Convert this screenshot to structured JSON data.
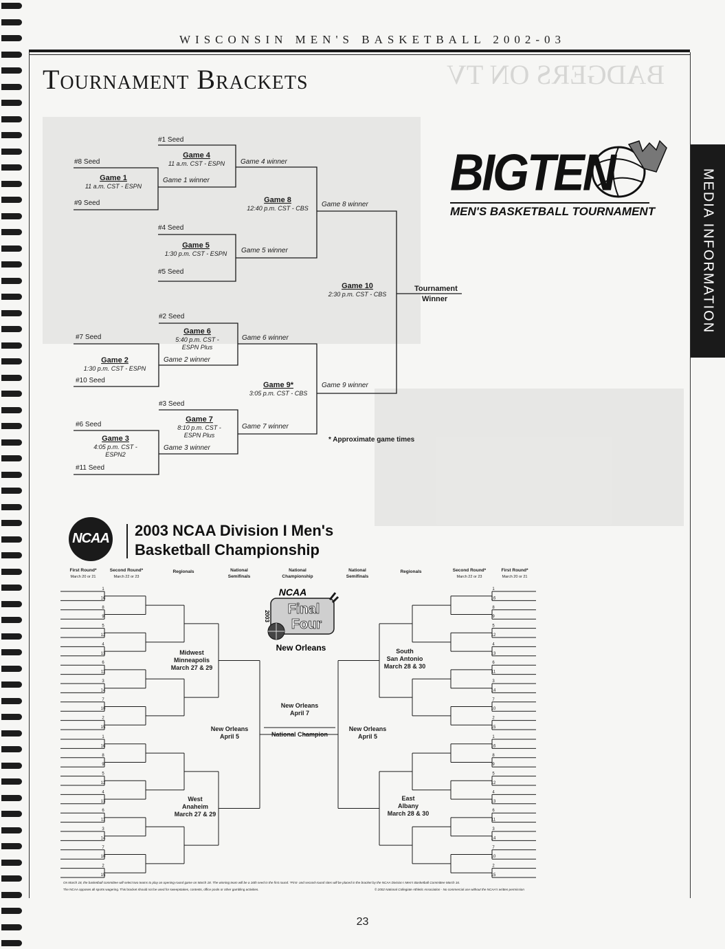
{
  "header": {
    "running_title": "WISCONSIN MEN'S BASKETBALL 2002-03",
    "page_title": "Tournament Brackets"
  },
  "side_tab": {
    "label": "MEDIA INFORMATION"
  },
  "ghost_text": {
    "badgers_on_tv": "BADGERS ON TV"
  },
  "big_ten": {
    "logo_word": "BIGTEN",
    "logo_subtitle": "MEN'S BASKETBALL TOURNAMENT",
    "seeds": {
      "s1": "#1 Seed",
      "s2": "#2 Seed",
      "s3": "#3 Seed",
      "s4": "#4 Seed",
      "s5": "#5 Seed",
      "s6": "#6 Seed",
      "s7": "#7 Seed",
      "s8": "#8 Seed",
      "s9": "#9 Seed",
      "s10": "#10 Seed",
      "s11": "#11 Seed"
    },
    "games": {
      "g1": {
        "title": "Game 1",
        "time": "11 a.m. CST - ESPN"
      },
      "g2": {
        "title": "Game 2",
        "time": "1:30 p.m. CST - ESPN"
      },
      "g3": {
        "title": "Game 3",
        "time1": "4:05 p.m. CST -",
        "time2": "ESPN2"
      },
      "g4": {
        "title": "Game 4",
        "time": "11 a.m. CST - ESPN"
      },
      "g5": {
        "title": "Game 5",
        "time": "1:30 p.m. CST - ESPN"
      },
      "g6": {
        "title": "Game 6",
        "time1": "5:40 p.m. CST -",
        "time2": "ESPN Plus"
      },
      "g7": {
        "title": "Game 7",
        "time1": "8:10 p.m. CST -",
        "time2": "ESPN Plus"
      },
      "g8": {
        "title": "Game 8",
        "time": "12:40 p.m. CST - CBS"
      },
      "g9": {
        "title": "Game 9*",
        "time": "3:05 p.m. CST - CBS"
      },
      "g10": {
        "title": "Game 10",
        "time": "2:30 p.m. CST - CBS"
      }
    },
    "winners": {
      "w1": "Game 1 winner",
      "w2": "Game 2 winner",
      "w3": "Game 3 winner",
      "w4": "Game 4 winner",
      "w5": "Game 5 winner",
      "w6": "Game 6 winner",
      "w7": "Game 7 winner",
      "w8": "Game 8 winner",
      "w9": "Game 9 winner"
    },
    "champion1": "Tournament",
    "champion2": "Winner",
    "footnote": "* Approximate game times"
  },
  "ncaa": {
    "logo_text": "NCAA",
    "title_line1": "2003 NCAA Division I Men's",
    "title_line2": "Basketball Championship",
    "rounds_left": [
      {
        "name": "First Round*",
        "date": "March 20 or 21"
      },
      {
        "name": "Second Round*",
        "date": "March 22 or 23"
      },
      {
        "name": "Regionals",
        "date": ""
      },
      {
        "name": "National",
        "name2": "Semifinals"
      }
    ],
    "rounds_center": {
      "name": "National",
      "name2": "Championship"
    },
    "rounds_right": [
      {
        "name": "National",
        "name2": "Semifinals"
      },
      {
        "name": "Regionals",
        "date": ""
      },
      {
        "name": "Second Round*",
        "date": "March 22 or 23"
      },
      {
        "name": "First Round*",
        "date": "March 20 or 21"
      }
    ],
    "seed_order": [
      "1",
      "16",
      "8",
      "9",
      "5",
      "12",
      "4",
      "13",
      "6",
      "11",
      "3",
      "14",
      "7",
      "10",
      "2",
      "15"
    ],
    "regions": {
      "midwest": {
        "name": "Midwest",
        "city": "Minneapolis",
        "dates": "March 27 & 29"
      },
      "west": {
        "name": "West",
        "city": "Anaheim",
        "dates": "March 27 & 29"
      },
      "south": {
        "name": "South",
        "city": "San Antonio",
        "dates": "March 28 & 30"
      },
      "east": {
        "name": "East",
        "city": "Albany",
        "dates": "March 28 & 30"
      }
    },
    "semis_left": {
      "city": "New Orleans",
      "date": "April 5"
    },
    "semis_right": {
      "city": "New Orleans",
      "date": "April 5"
    },
    "final": {
      "city": "New Orleans",
      "date": "April 7",
      "label": "National Champion"
    },
    "final_four_logo": {
      "top": "NCAA",
      "main1": "Final",
      "main2": "Four",
      "year": "2003",
      "city": "New Orleans"
    },
    "fine_print_1": "On March 18, the basketball committee will select two teams to play an opening-round game on March 18. The winning team will be a 16th seed in the first round. *First- and second-round sites will be placed in the bracket by the NCAA Division I Men's Basketball Committee March 16.",
    "fine_print_2": "The NCAA opposes all sports wagering. This bracket should not be used for sweepstakes, contests, office pools or other gambling activities.",
    "fine_print_3": "© 2002 National Collegiate Athletic Association - No commercial use without the NCAA's written permission"
  },
  "page_number": "23"
}
